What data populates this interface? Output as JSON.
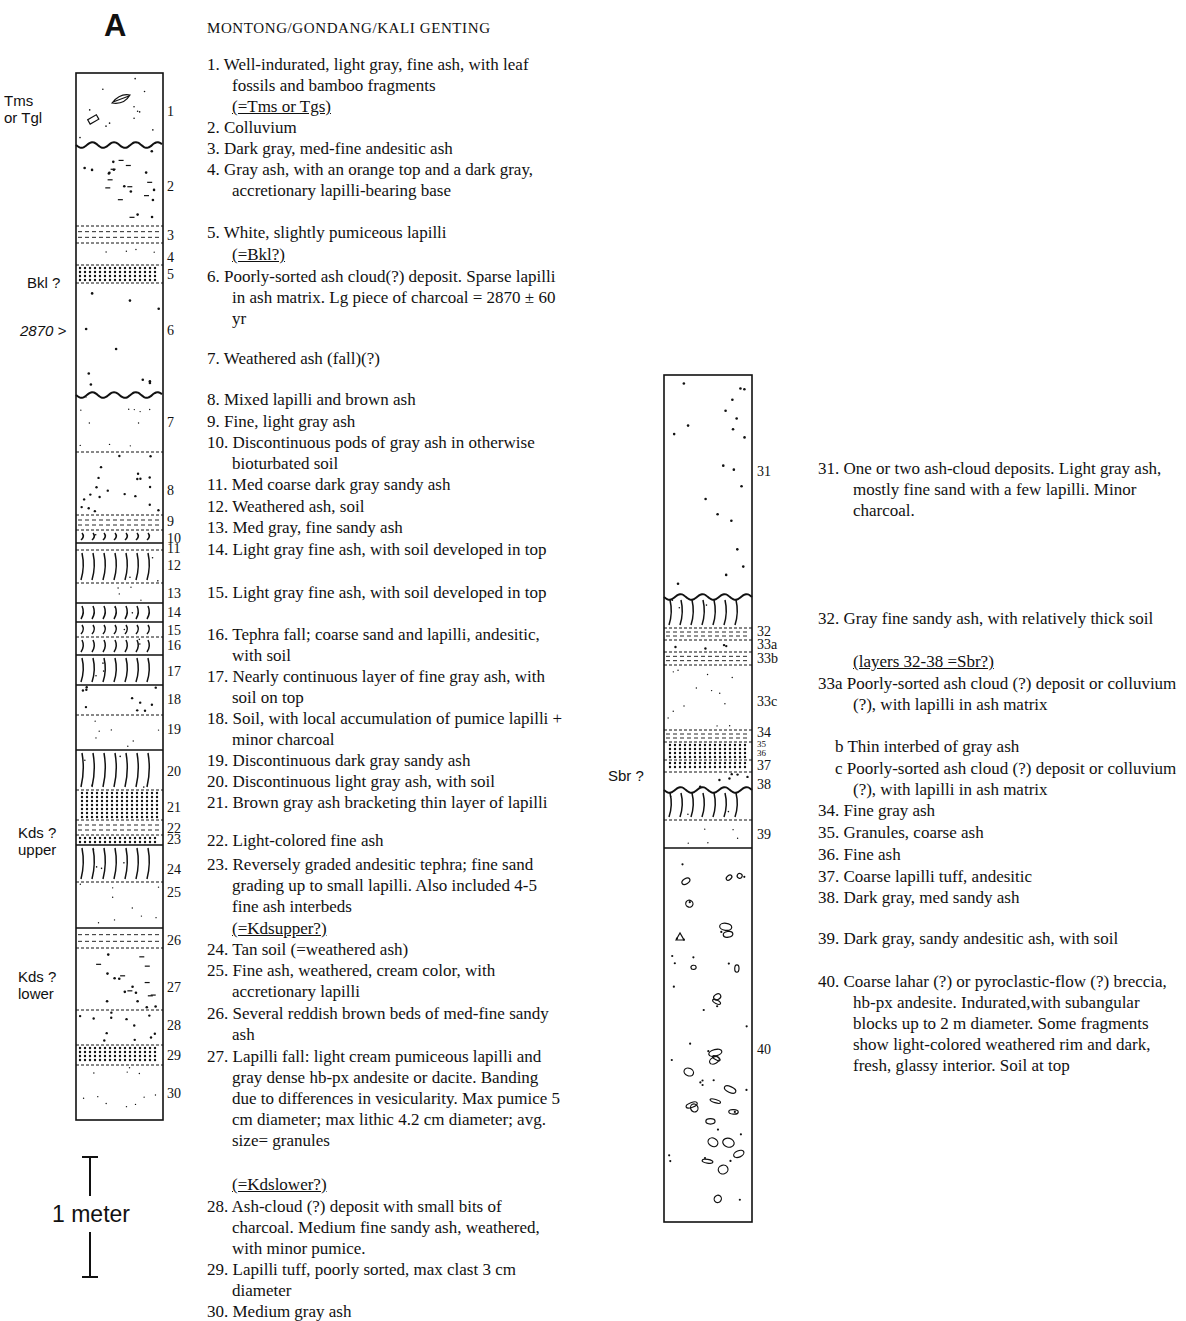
{
  "diagram": {
    "title": "MONTONG/GONDANG/KALI GENTING",
    "labels": [
      "A",
      "Tms or Tgl",
      "Bkl ?",
      "2870 >",
      "Kds ? upper",
      "Kds ? lower",
      "1",
      "2",
      "3",
      "4",
      "5",
      "6",
      "7",
      "8",
      "9",
      "10",
      "11",
      "12",
      "13",
      "14",
      "15",
      "16",
      "17",
      "18",
      "19",
      "20",
      "21",
      "22",
      "23",
      "24",
      "25",
      "26",
      "27",
      "28",
      "29",
      "30",
      "1. Well-indurated, light gray, fine ash, with leaf fossils and bamboo fragments",
      "(=Tms or Tgs)",
      "2. Colluvium",
      "3. Dark gray, med-fine andesitic ash",
      "4. Gray ash, with an orange top and a dark gray, accretionary lapilli-bearing base",
      "5. White, slightly pumiceous lapilli",
      "(=Bkl?)",
      "6. Poorly-sorted ash cloud(?) deposit. Sparse lapilli in ash matrix. Lg piece of charcoal = 2870 ± 60 yr",
      "7. Weathered ash (fall)(?)",
      "8. Mixed lapilli and brown ash",
      "9. Fine, light gray ash",
      "10. Discontinuous pods of gray ash in otherwise bioturbated soil",
      "11. Med coarse dark gray sandy ash",
      "12. Weathered ash, soil",
      "13. Med gray, fine sandy ash",
      "14. Light gray fine ash, with soil developed in top",
      "15. Light gray fine ash, with soil developed in top",
      "16. Tephra fall; coarse sand and lapilli, andesitic, with soil",
      "17. Nearly continuous layer of fine gray ash, with soil on top",
      "18. Soil, with local accumulation of pumice lapilli + minor charcoal",
      "19. Discontinuous dark gray sandy ash",
      "20. Discontinuous light gray ash, with soil",
      "21. Brown gray ash bracketing thin layer of lapilli",
      "22. Light-colored fine ash",
      "23. Reversely graded andesitic tephra; fine sand grading up to small lapilli. Also included 4-5 fine ash interbeds",
      "(=Kdsupper?)",
      "24. Tan soil (=weathered ash)",
      "25. Fine ash, weathered, cream color, with accretionary lapilli",
      "26. Several reddish brown beds of med-fine sandy ash",
      "27. Lapilli fall: light cream pumiceous lapilli and gray dense hb-px andesite or dacite. Banding due to differences in vesicularity. Max pumice 5 cm diameter; max lithic 4.2 cm diameter; avg. size= granules",
      "(=Kdslower?)",
      "28. Ash-cloud (?) deposit with small bits of charcoal. Medium fine sandy ash, weathered, with minor pumice.",
      "29. Lapilli tuff, poorly sorted, max clast 3 cm diameter",
      "30. Medium gray ash",
      "Sbr ?",
      "31",
      "32",
      "33a",
      "33b",
      "33c",
      "34",
      "35",
      "36",
      "37",
      "38",
      "39",
      "40",
      "31. One or two ash-cloud deposits. Light gray ash, mostly fine sand with a few lapilli. Minor charcoal.",
      "32. Gray fine sandy ash, with relatively thick soil",
      "(layers 32-38 =Sbr?)",
      "33a Poorly-sorted ash cloud (?) deposit or colluvium (?), with lapilli in ash matrix",
      "b Thin interbed of gray ash",
      "c Poorly-sorted ash cloud (?) deposit or colluvium (?), with lapilli in ash matrix",
      "34. Fine gray ash",
      "35. Granules, coarse ash",
      "36. Fine ash",
      "37. Coarse lapilli tuff, andesitic",
      "38. Dark gray, med sandy ash",
      "39. Dark gray, sandy andesitic ash, with soil",
      "40. Coarse lahar (?) or pyroclastic-flow (?) breccia, hb-px andesite. Indurated,with subangular blocks up to 2 m diameter. Some fragments show light-colored weathered rim and dark, fresh, glassy interior. Soil at top",
      "1 meter"
    ]
  }
}
